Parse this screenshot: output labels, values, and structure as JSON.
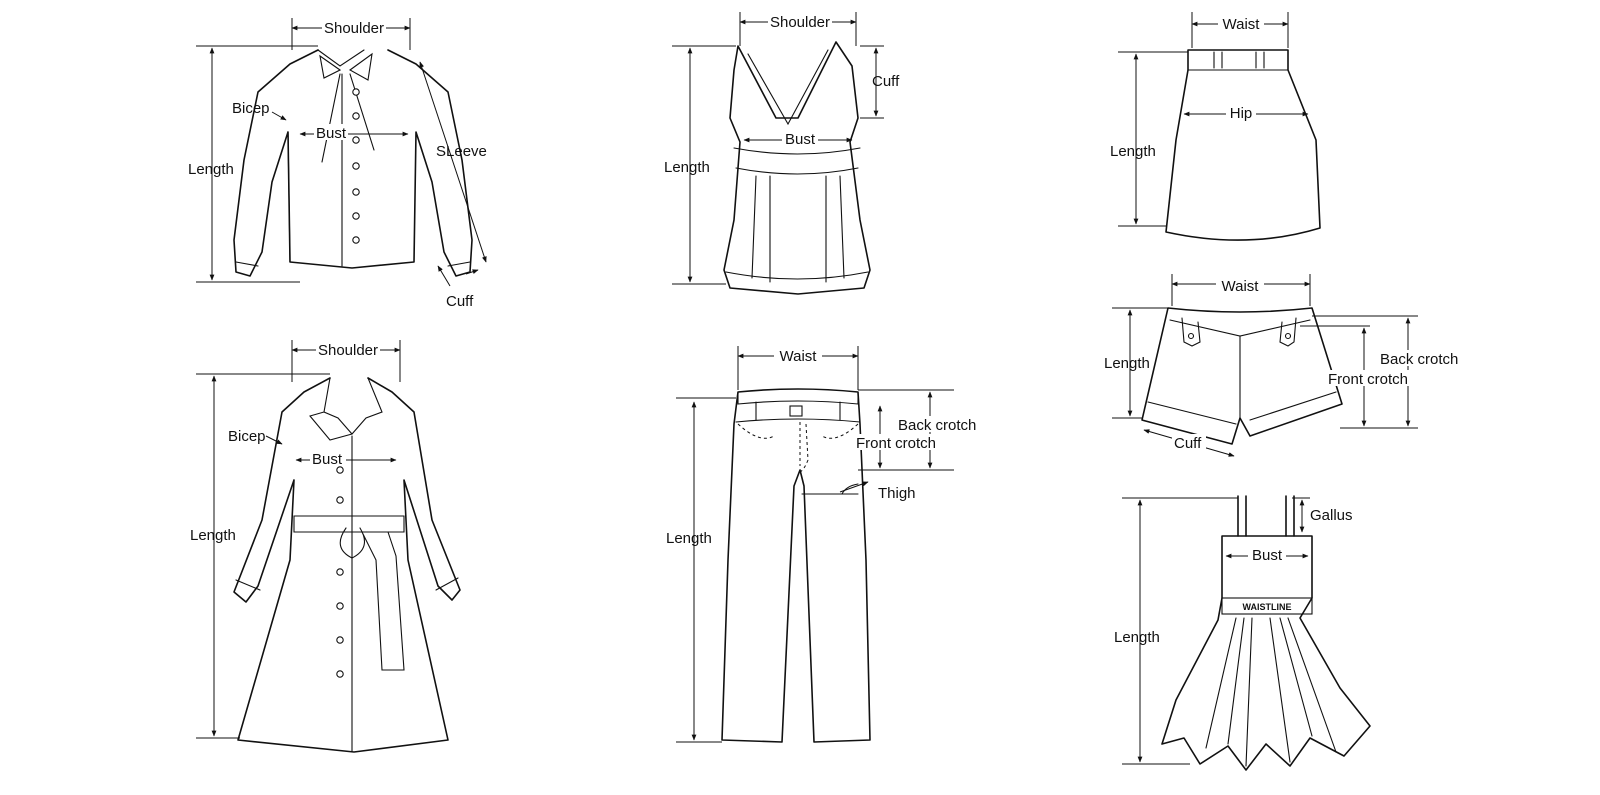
{
  "labels": {
    "shoulder": "Shoulder",
    "bicep": "Bicep",
    "bust": "Bust",
    "length": "Length",
    "sleeve": "SLeeve",
    "cuff": "Cuff",
    "waist": "Waist",
    "hip": "Hip",
    "back_crotch": "Back crotch",
    "front_crotch": "Front crotch",
    "thigh": "Thigh",
    "gallus": "Gallus",
    "waistline": "WAISTLINE"
  }
}
